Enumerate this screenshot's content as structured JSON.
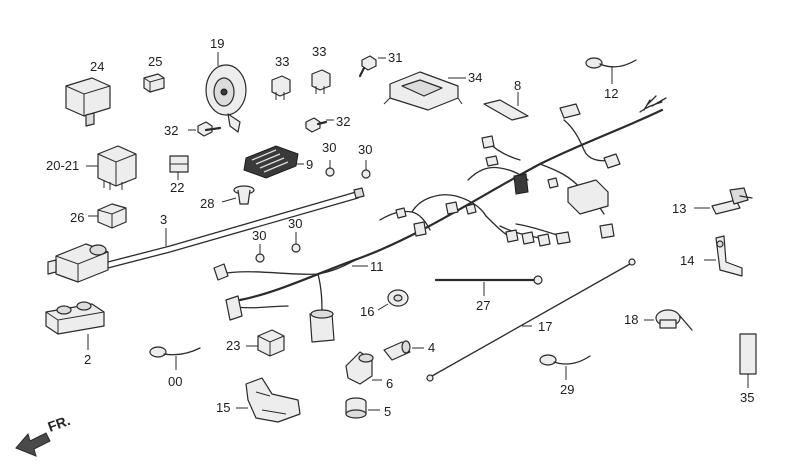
{
  "diagram": {
    "front_marker": "FR.",
    "callouts": {
      "c24": "24",
      "c25": "25",
      "c19": "19",
      "c33a": "33",
      "c33b": "33",
      "c31": "31",
      "c34": "34",
      "c8": "8",
      "c12": "12",
      "c32a": "32",
      "c32b": "32",
      "c2021": "20-21",
      "c22": "22",
      "c30a": "30",
      "c30b": "30",
      "c9": "9",
      "c28": "28",
      "c26": "26",
      "c3": "3",
      "c13": "13",
      "c30c": "30",
      "c30d": "30",
      "c14": "14",
      "c11": "11",
      "c27": "27",
      "c16": "16",
      "c2": "2",
      "c17": "17",
      "c18": "18",
      "c23": "23",
      "c4": "4",
      "c00": "00",
      "c6": "6",
      "c29": "29",
      "c15": "15",
      "c5": "5",
      "c35": "35"
    }
  }
}
